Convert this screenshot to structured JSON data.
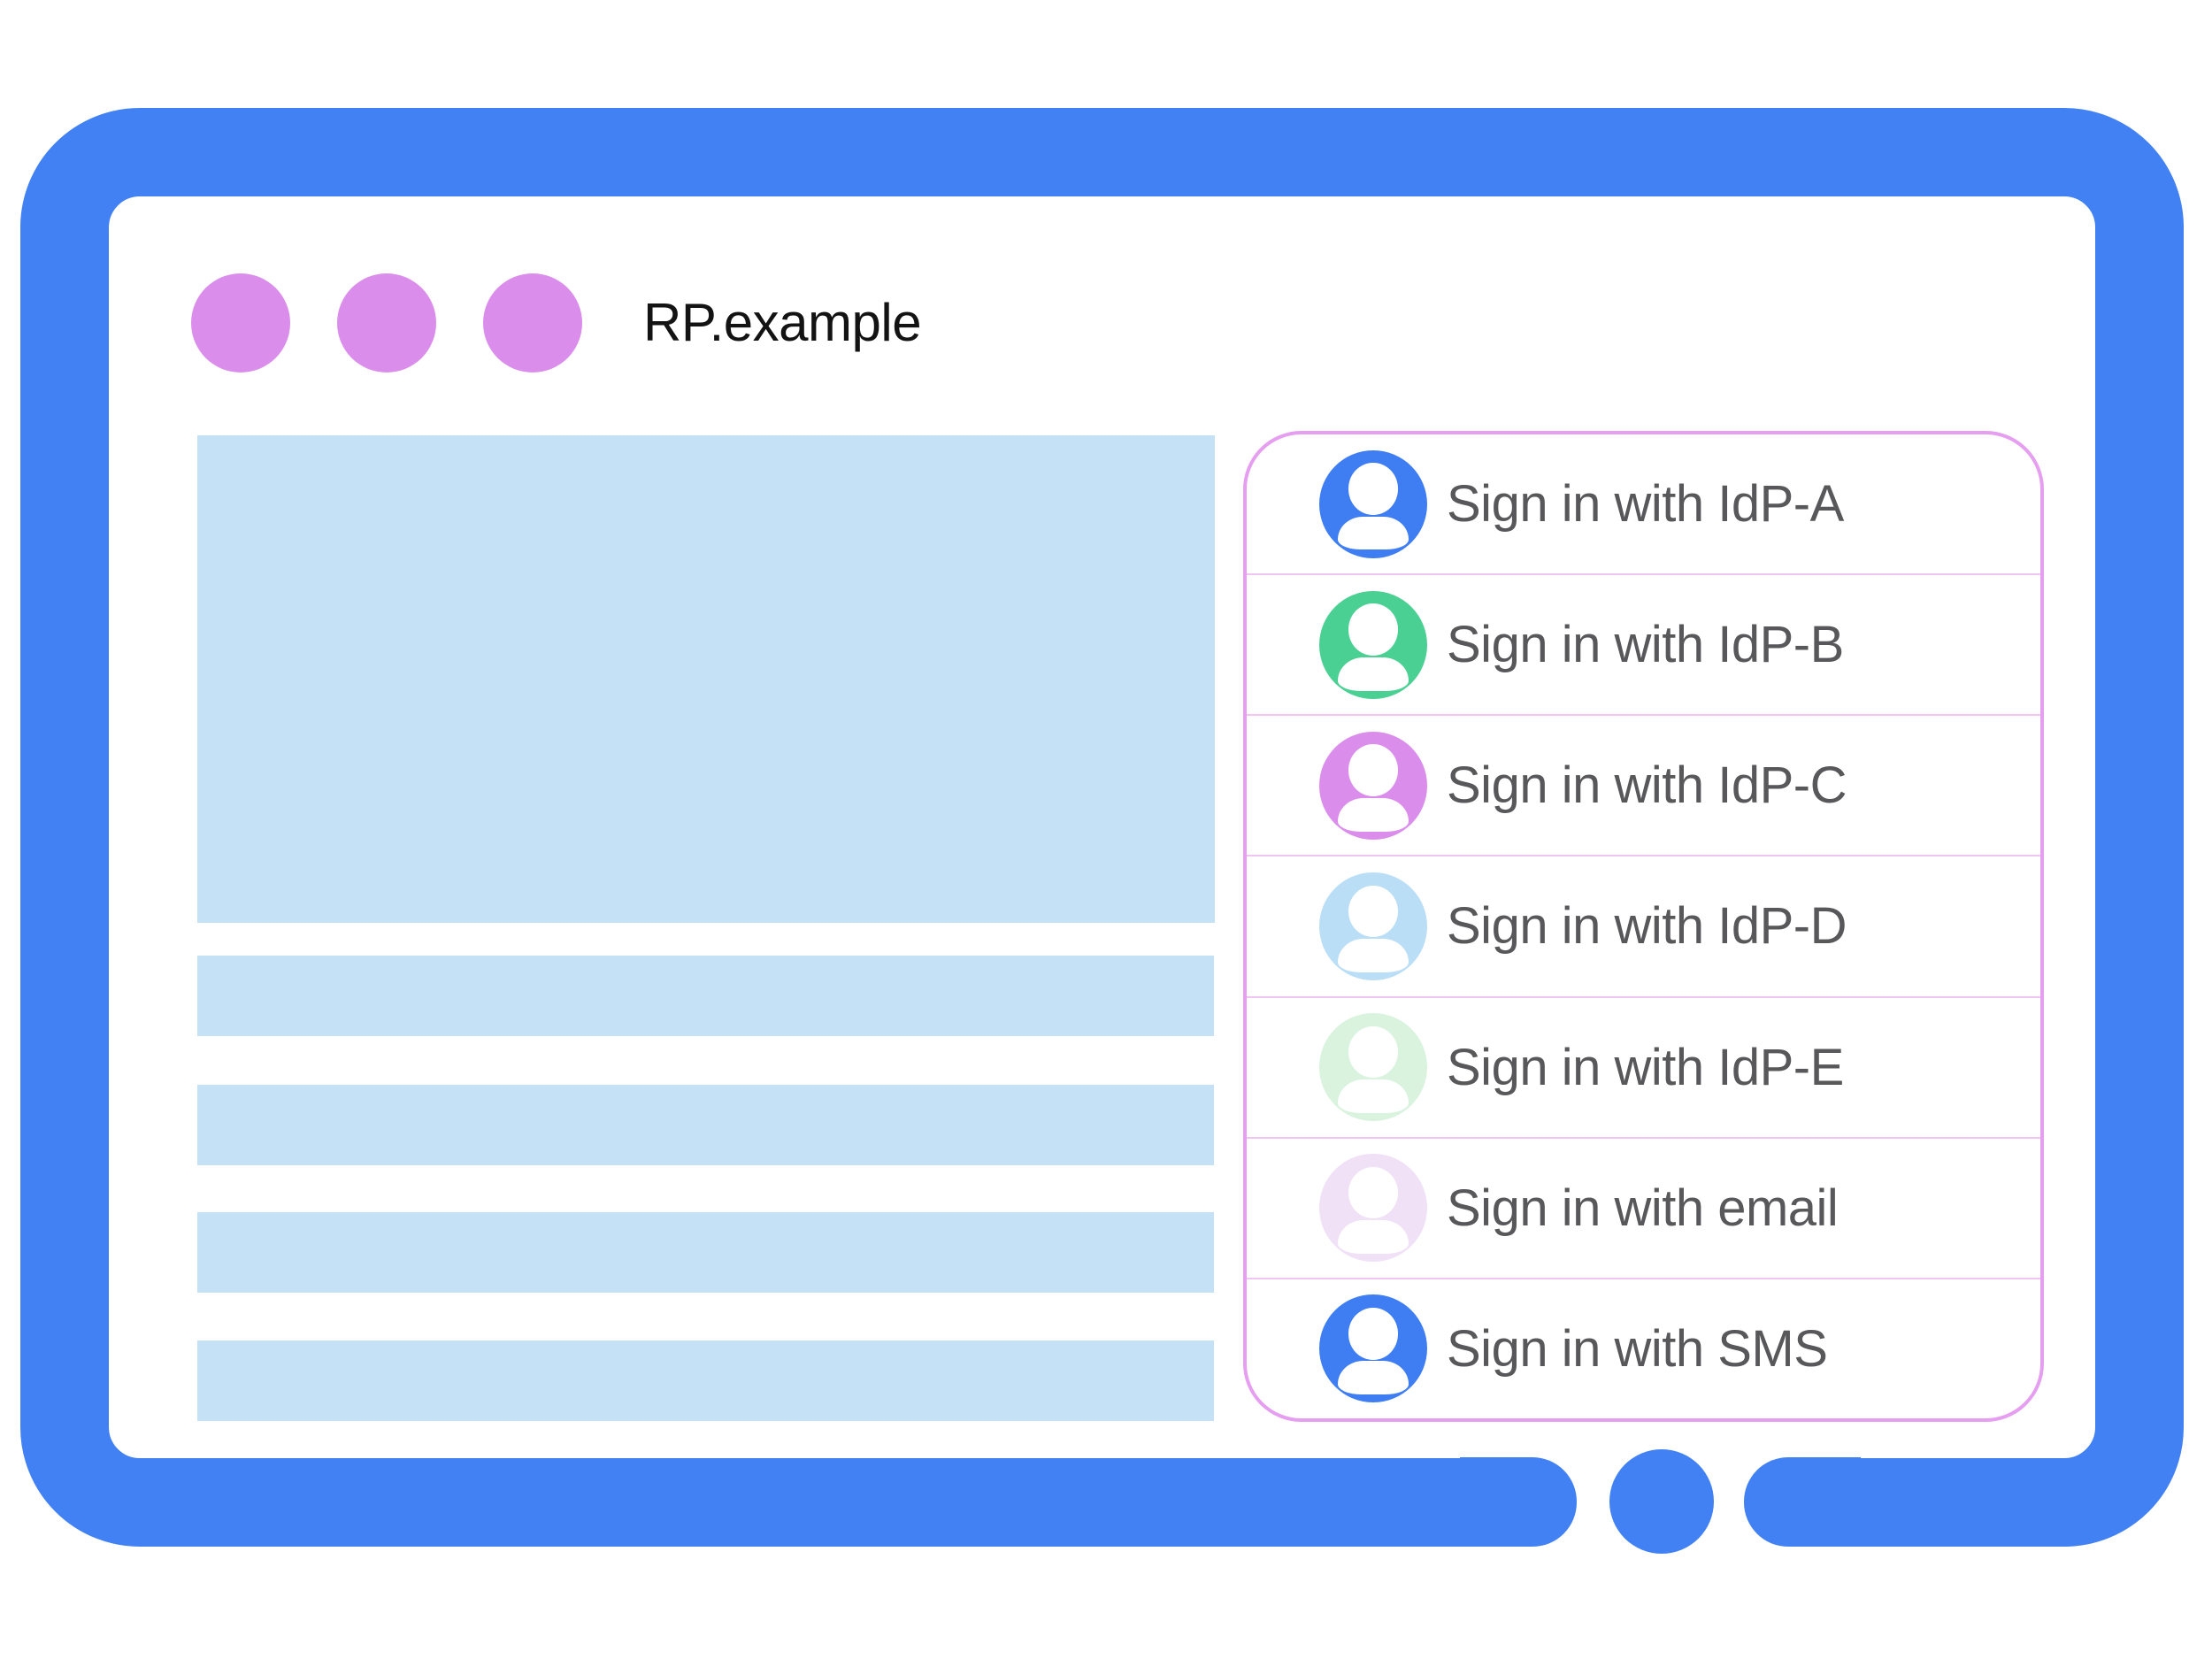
{
  "browser": {
    "title": "RP.example",
    "window_controls": {
      "count": 3,
      "icon": "window-control-dot"
    },
    "home_button_icon": "home-button-circle"
  },
  "content": {
    "placeholders": {
      "hero_block": "content-placeholder-block",
      "text_lines": 4
    }
  },
  "signin": {
    "rows": [
      {
        "label": "Sign in with IdP-A",
        "icon": "person-avatar-icon",
        "avatar_color": "#3F7EF2"
      },
      {
        "label": "Sign in with IdP-B",
        "icon": "person-avatar-icon",
        "avatar_color": "#4BD093"
      },
      {
        "label": "Sign in with IdP-C",
        "icon": "person-avatar-icon",
        "avatar_color": "#DB8DEC"
      },
      {
        "label": "Sign in with IdP-D",
        "icon": "person-avatar-icon",
        "avatar_color": "#BADEF5"
      },
      {
        "label": "Sign in with IdP-E",
        "icon": "person-avatar-icon",
        "avatar_color": "#D9F3DE"
      },
      {
        "label": "Sign in with email",
        "icon": "person-avatar-icon",
        "avatar_color": "#F0E1F7"
      },
      {
        "label": "Sign in with SMS",
        "icon": "person-avatar-icon",
        "avatar_color": "#3F7EF2"
      }
    ]
  },
  "palette": {
    "frame_blue": "#4181F3",
    "placeholder_blue": "#C4E1F5",
    "dot_purple": "#DB8DEC",
    "panel_border": "#E59EF0",
    "panel_divider": "#F2C4F3",
    "label_gray": "#58585B",
    "title_black": "#131313",
    "canvas_white": "#FFFFFF"
  }
}
